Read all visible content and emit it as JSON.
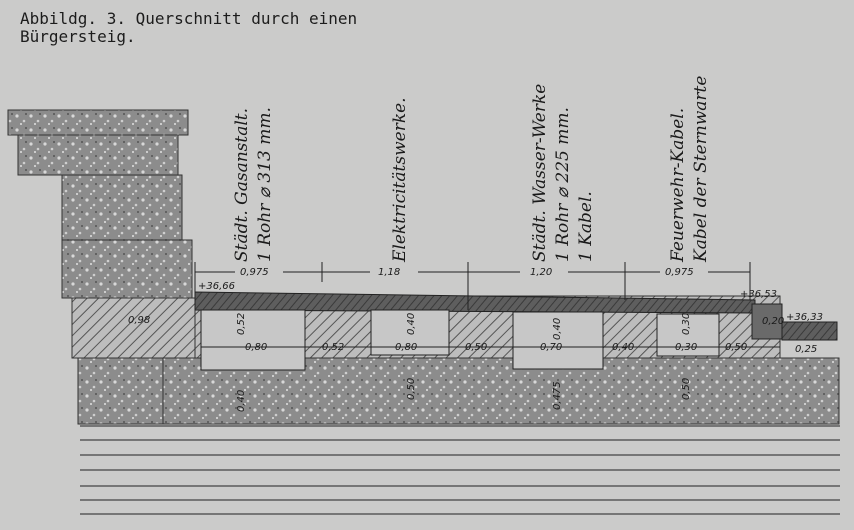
{
  "caption": {
    "line1": "Abbildg. 3.  Querschnitt durch einen",
    "line2": "Bürgersteig."
  },
  "labels": {
    "gas": [
      "Städt. Gasanstalt.",
      "1 Rohr ⌀ 313 mm."
    ],
    "electric": [
      "Elektricitätswerke."
    ],
    "water": [
      "Städt. Wasser-Werke",
      "1 Rohr ⌀ 225 mm.",
      "1 Kabel."
    ],
    "fire": [
      "Feuerwehr-Kabel.",
      "Kabel der Sternwarte"
    ]
  },
  "dimensions": {
    "top": [
      "0,975",
      "1,18",
      "1,20",
      "0,975"
    ],
    "elev_left": "+36,66",
    "elev_curb": "+36,53",
    "elev_street": "+36,33",
    "wall": "0,98",
    "widths": [
      "0,80",
      "0,52",
      "0,80",
      "0,50",
      "0,70",
      "0,40",
      "0,30",
      "0,50"
    ],
    "depths": [
      "0,52",
      "0,40",
      "0,40",
      "0,50",
      "0,40",
      "0,475",
      "0,30",
      "0,50"
    ],
    "curb": "0,20",
    "street": "0,25"
  }
}
